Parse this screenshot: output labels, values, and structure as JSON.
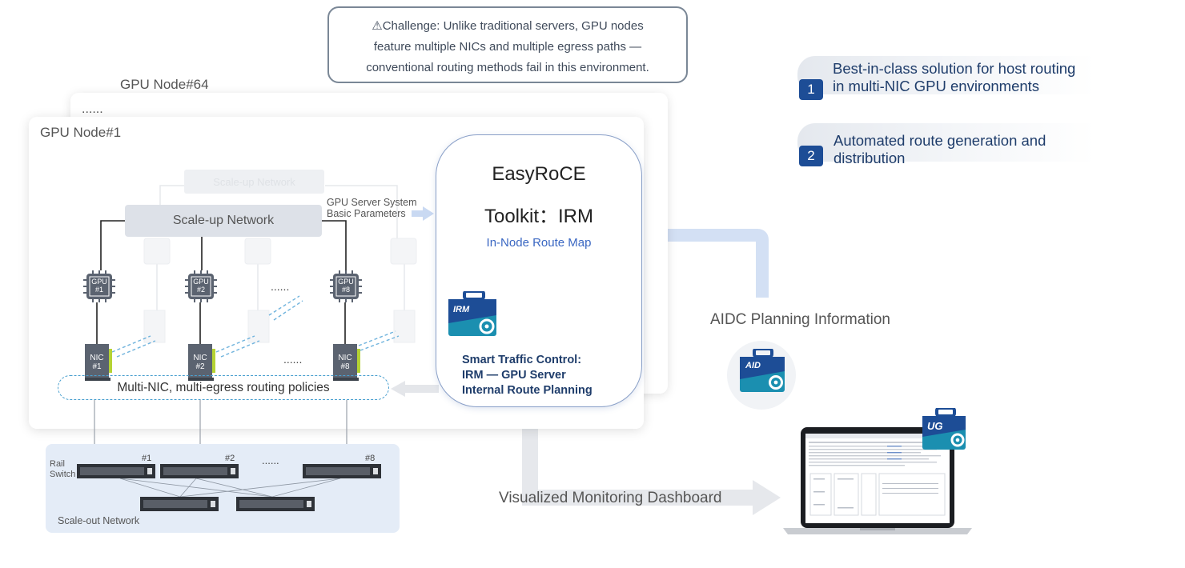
{
  "challenge": {
    "lines": [
      "⚠Challenge: Unlike traditional servers, GPU nodes",
      "feature multiple NICs and multiple egress paths —",
      "conventional routing methods fail in this environment."
    ]
  },
  "node_labels": {
    "back": "GPU Node#64",
    "back_dots": "......",
    "front": "GPU Node#1"
  },
  "scale_up": {
    "label": "Scale-up Network",
    "ghost_label": "Scale-up Network"
  },
  "params_label": [
    "GPU Server System",
    "Basic Parameters"
  ],
  "gpus": [
    {
      "line1": "GPU",
      "line2": "#1"
    },
    {
      "line1": "GPU",
      "line2": "#2"
    },
    {
      "line1": "GPU",
      "line2": "#8"
    }
  ],
  "nics": [
    {
      "line1": "NIC",
      "line2": "#1"
    },
    {
      "line1": "NIC",
      "line2": "#2"
    },
    {
      "line1": "NIC",
      "line2": "#8"
    }
  ],
  "gpu_dots": "......",
  "nic_dots": "......",
  "multi_nic_label": "Multi-NIC, multi-egress routing policies",
  "scale_out": {
    "rail_label": [
      "Rail",
      "Switch"
    ],
    "switch_labels": [
      "#1",
      "#2",
      "#8"
    ],
    "dots": "......",
    "label": "Scale-out Network"
  },
  "irm": {
    "title1": "EasyRoCE",
    "title2": "Toolkit：IRM",
    "subtitle": "In-Node Route Map",
    "icon_label": "IRM",
    "desc": [
      "Smart Traffic Control:",
      "IRM — GPU Server",
      "Internal Route Planning"
    ]
  },
  "features": [
    {
      "num": "1",
      "line1": "Best-in-class solution for host routing",
      "line2": "in multi-NIC GPU environments"
    },
    {
      "num": "2",
      "line1": "Automated route generation and",
      "line2": "distribution"
    }
  ],
  "aidc": {
    "label": "AIDC Planning Information",
    "icon_label": "AID"
  },
  "dashboard": {
    "label": "Visualized Monitoring Dashboard",
    "icon_label": "UG"
  },
  "colors": {
    "accent": "#1d4d96",
    "brand_teal": "#1b9ab4",
    "arrow": "#cfdcf2",
    "dashed": "#4aa0cf"
  }
}
